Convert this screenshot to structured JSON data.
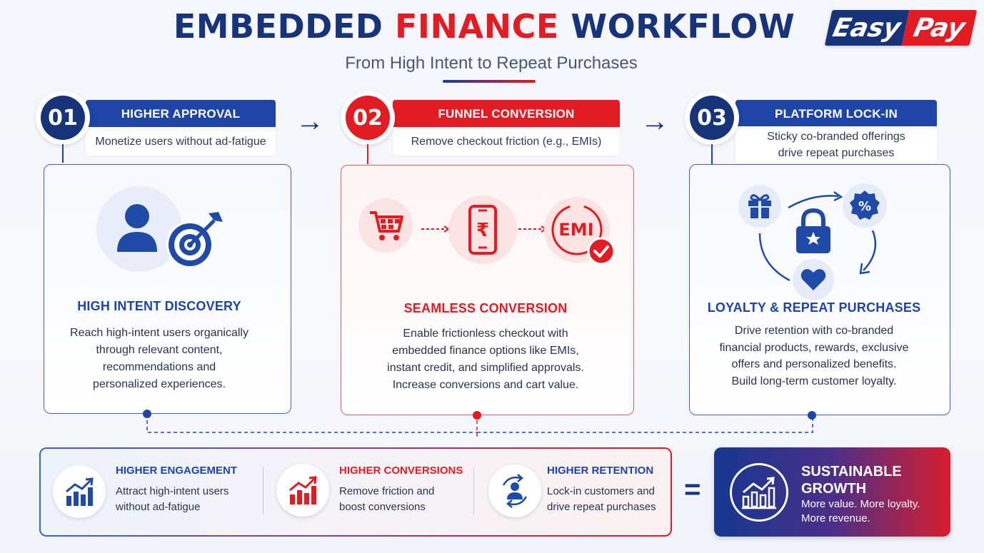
{
  "header": {
    "title_part1": "EMBEDDED",
    "title_part2": "FINANCE",
    "title_part3": "WORKFLOW",
    "subtitle": "From High Intent to Repeat Purchases"
  },
  "logo": {
    "part1": "Easy",
    "part2": "Pay"
  },
  "colors": {
    "brand_blue": "#17337a",
    "brand_red": "#e31b23",
    "mid_blue": "#1f4aa8"
  },
  "steps": [
    {
      "number": "01",
      "label": "HIGHER APPROVAL",
      "desc_line1": "Monetize users without ad-fatigue",
      "desc_line2": "",
      "card_heading": "HIGH INTENT DISCOVERY",
      "card_lines": [
        "Reach high-intent users organically",
        "through relevant content,",
        "recommendations and",
        "personalized experiences."
      ],
      "icons": [
        "user-icon",
        "target-icon"
      ]
    },
    {
      "number": "02",
      "label": "FUNNEL CONVERSION",
      "desc_line1": "Remove checkout friction (e.g., EMIs)",
      "desc_line2": "",
      "card_heading": "SEAMLESS CONVERSION",
      "card_lines": [
        "Enable frictionless checkout with",
        "embedded finance options like EMIs,",
        "instant credit, and simplified approvals.",
        "Increase conversions and cart value."
      ],
      "icons": [
        "cart-icon",
        "phone-rupee-icon",
        "emi-check-icon"
      ],
      "emi_label": "EMI",
      "rupee_symbol": "₹"
    },
    {
      "number": "03",
      "label": "PLATFORM LOCK-IN",
      "desc_line1": "Sticky co-branded offerings",
      "desc_line2": "drive repeat purchases",
      "card_heading": "LOYALTY & REPEAT PURCHASES",
      "card_lines": [
        "Drive retention with co-branded",
        "financial products, rewards, exclusive",
        "offers and personalized benefits.",
        "Build long-term customer loyalty."
      ],
      "icons": [
        "gift-icon",
        "percent-badge-icon",
        "lock-star-icon",
        "heart-icon"
      ],
      "percent_symbol": "%"
    }
  ],
  "outcomes": [
    {
      "title": "HIGHER ENGAGEMENT",
      "line1": "Attract high-intent users",
      "line2": "without ad-fatigue",
      "icon": "growth-chart-icon"
    },
    {
      "title": "HIGHER CONVERSIONS",
      "line1": "Remove friction and",
      "line2": "boost conversions",
      "icon": "growth-chart-icon"
    },
    {
      "title": "HIGHER RETENTION",
      "line1": "Lock-in customers and",
      "line2": "drive repeat purchases",
      "icon": "retention-cycle-icon"
    }
  ],
  "equals_symbol": "=",
  "result": {
    "title_line1": "SUSTAINABLE",
    "title_line2": "GROWTH",
    "text_line1": "More value. More loyalty.",
    "text_line2": "More revenue."
  },
  "arrow_symbol": "→"
}
